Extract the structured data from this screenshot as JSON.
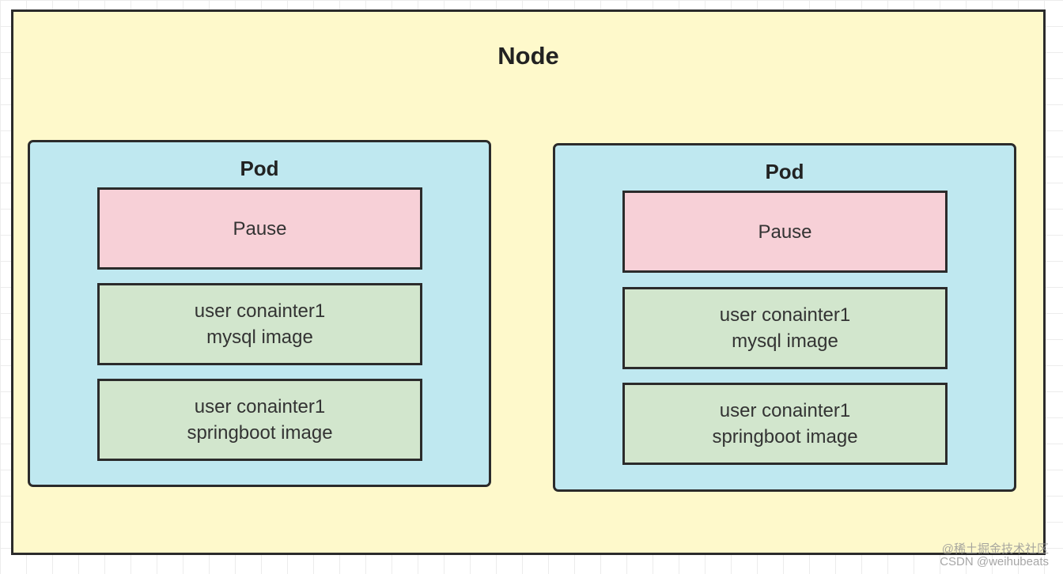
{
  "node": {
    "title": "Node"
  },
  "pods": [
    {
      "title": "Pod",
      "pause": "Pause",
      "containers": [
        {
          "line1": "user conainter1",
          "line2": "mysql image"
        },
        {
          "line1": "user conainter1",
          "line2": "springboot image"
        }
      ]
    },
    {
      "title": "Pod",
      "pause": "Pause",
      "containers": [
        {
          "line1": "user conainter1",
          "line2": "mysql image"
        },
        {
          "line1": "user conainter1",
          "line2": "springboot image"
        }
      ]
    }
  ],
  "watermark": {
    "line1": "@稀土掘金技术社区",
    "line2": "CSDN @weihubeats"
  },
  "colors": {
    "node_fill": "#fef9cb",
    "pod_fill": "#bfe8f0",
    "pause_fill": "#f7d0d7",
    "container_fill": "#d2e6cd",
    "border": "#2b2b2b"
  }
}
